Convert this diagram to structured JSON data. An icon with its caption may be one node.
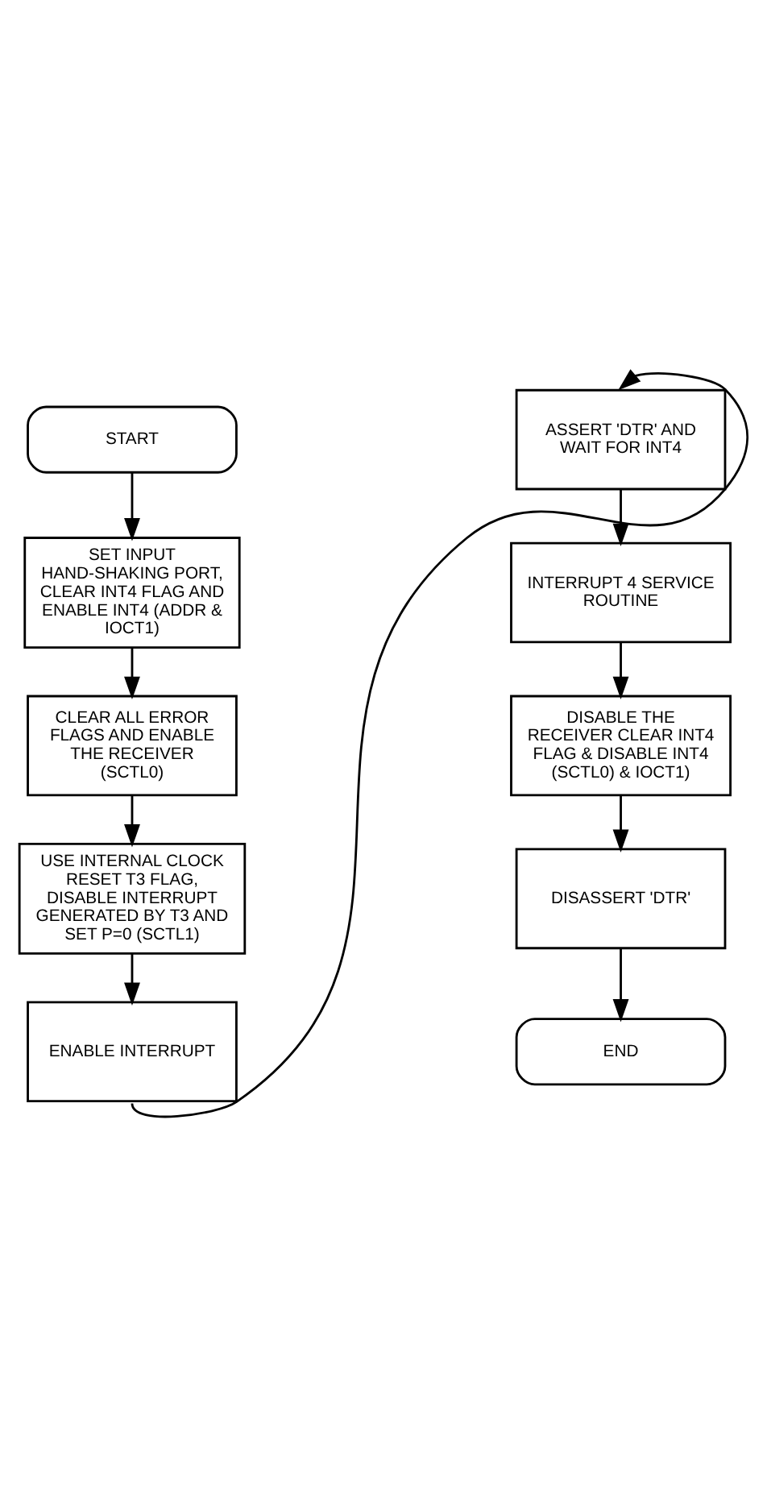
{
  "diagram": {
    "nodes": [
      {
        "text": [
          "START"
        ]
      },
      {
        "text": [
          "SET INPUT HAND-SHAKING PORT, CLEAR INT4 FLAG AND ENABLE INT4 (ADDR & IOCT1)"
        ]
      },
      {
        "text": [
          "CLEAR ALL ERROR FLAGS AND ENABLE THE RECEIVER (SCTL0)"
        ]
      },
      {
        "text": [
          "USE INTERNAL CLOCK RESET T3 FLAG, DISABLE INTERRUPT GENERATED BY T3 AND SET P=0 (SCTL1)"
        ]
      },
      {
        "text": [
          "ENABLE INTERRUPT"
        ]
      },
      {
        "text": [
          "ASSERT 'DTR' AND WAIT FOR INT4"
        ]
      },
      {
        "text": [
          "INTERRUPT 4 SERVICE ROUTINE"
        ]
      },
      {
        "text": [
          "DISABLE THE RECEIVER CLEAR INT4 FLAG & DISABLE INT4 (SCTL0) & IOCT1)"
        ]
      },
      {
        "text": [
          "DISASSERT 'DTR'"
        ]
      },
      {
        "text": [
          "END"
        ]
      }
    ],
    "edges": [
      {
        "from": 0,
        "to": 1,
        "arrow": "to"
      },
      {
        "from": 1,
        "to": 2,
        "arrow": "to"
      },
      {
        "from": 2,
        "to": 3,
        "arrow": "to"
      },
      {
        "from": 3,
        "to": 4,
        "arrow": "to"
      },
      {
        "from": 4,
        "to": 5,
        "arrow": "to"
      },
      {
        "from": 5,
        "to": 6,
        "arrow": "to"
      },
      {
        "from": 6,
        "to": 7,
        "arrow": "to"
      },
      {
        "from": 7,
        "to": 8,
        "arrow": "to"
      },
      {
        "from": 8,
        "to": 9,
        "arrow": "to"
      }
    ]
  }
}
